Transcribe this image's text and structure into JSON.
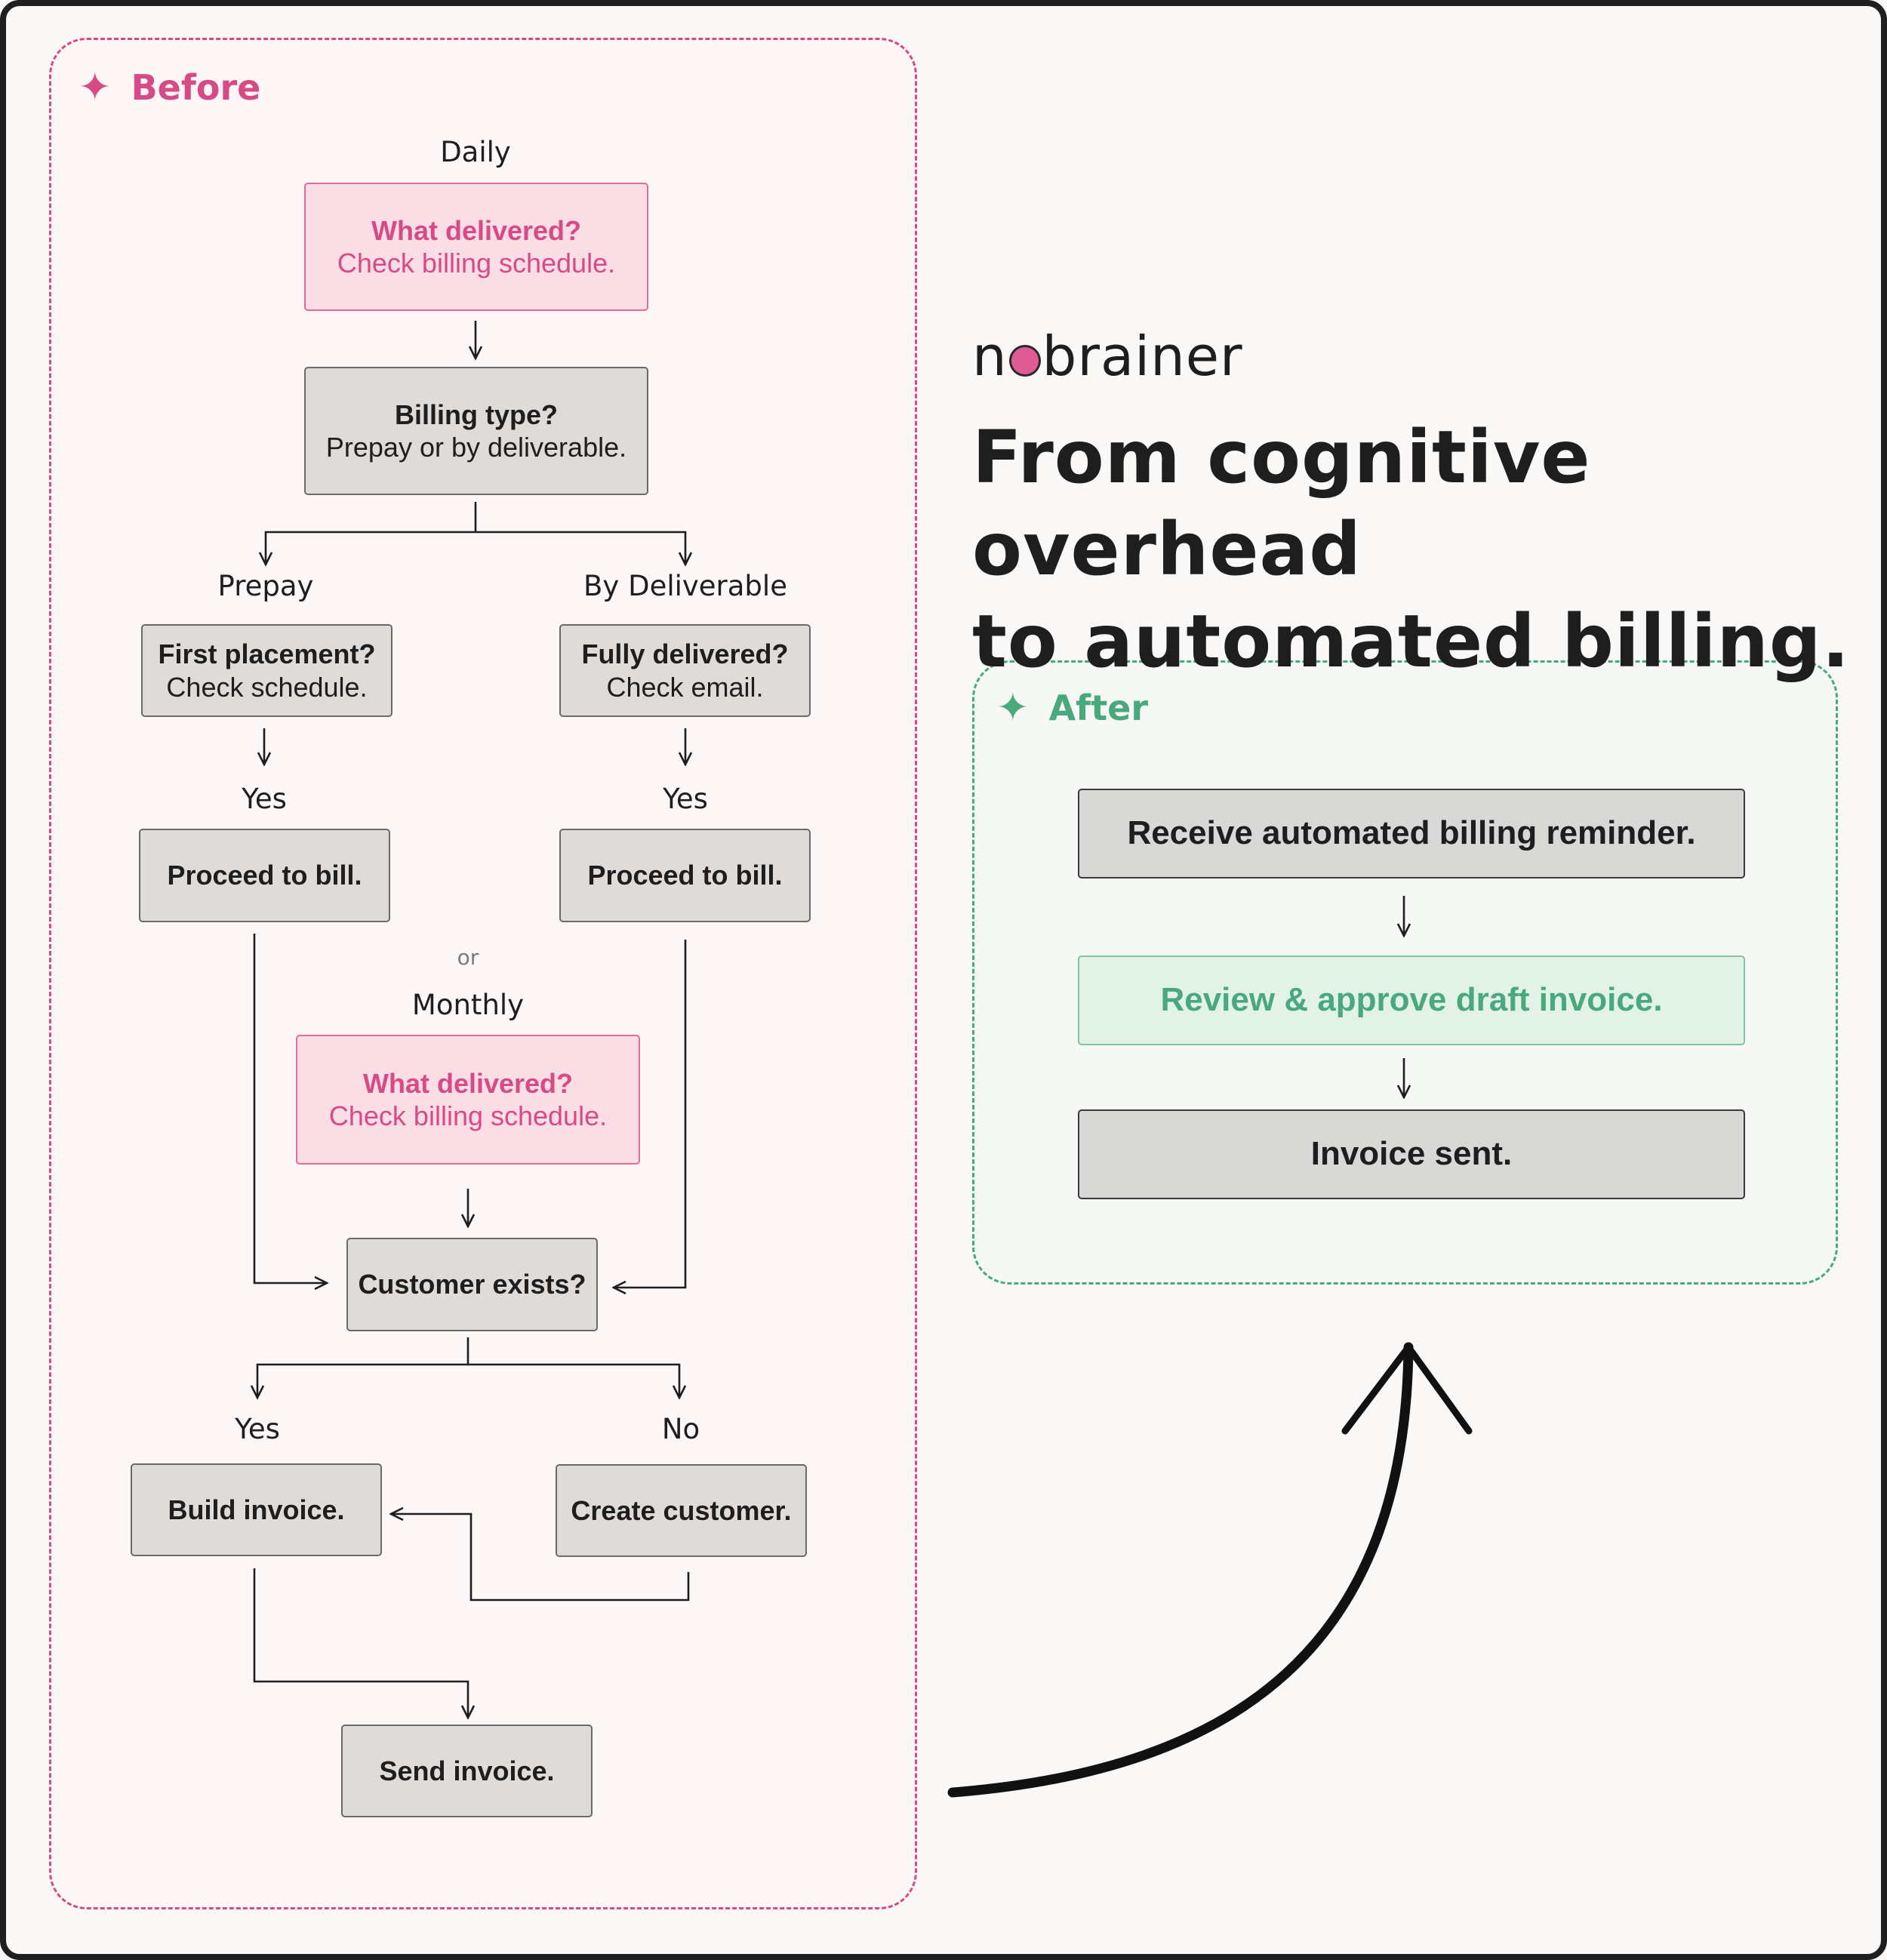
{
  "before": {
    "title": "Before",
    "daily_label": "Daily",
    "box_what_delivered_daily": {
      "title": "What delivered?",
      "sub": "Check billing schedule."
    },
    "box_billing_type": {
      "title": "Billing type?",
      "sub": "Prepay or by deliverable."
    },
    "prepay_label": "Prepay",
    "deliverable_label": "By Deliverable",
    "box_first_placement": {
      "title": "First placement?",
      "sub": "Check schedule."
    },
    "box_fully_delivered": {
      "title": "Fully delivered?",
      "sub": "Check email."
    },
    "yes_left": "Yes",
    "yes_right": "Yes",
    "box_proceed_left": "Proceed to bill.",
    "box_proceed_right": "Proceed to bill.",
    "or_label": "or",
    "monthly_label": "Monthly",
    "box_what_delivered_monthly": {
      "title": "What delivered?",
      "sub": "Check billing schedule."
    },
    "box_customer_exists": "Customer exists?",
    "yes_bottom": "Yes",
    "no_bottom": "No",
    "box_build_invoice": "Build invoice.",
    "box_create_customer": "Create customer.",
    "box_send_invoice": "Send invoice."
  },
  "brand": {
    "logo_prefix": "n",
    "logo_suffix": "brainer"
  },
  "headline": {
    "line1": "From cognitive overhead",
    "line2": "to automated billing."
  },
  "after": {
    "title": "After",
    "step1": "Receive automated billing reminder.",
    "step2": "Review & approve draft invoice.",
    "step3": "Invoice sent."
  },
  "icons": {
    "before_star": "sparkle-icon",
    "after_star": "sparkle-icon",
    "logo_brain": "brain-icon"
  },
  "colors": {
    "before_accent": "#d64a86",
    "after_accent": "#49a97c",
    "box_gray": "#dedbd9",
    "pink_fill": "#fbdde6",
    "green_fill": "#dff0e4"
  }
}
